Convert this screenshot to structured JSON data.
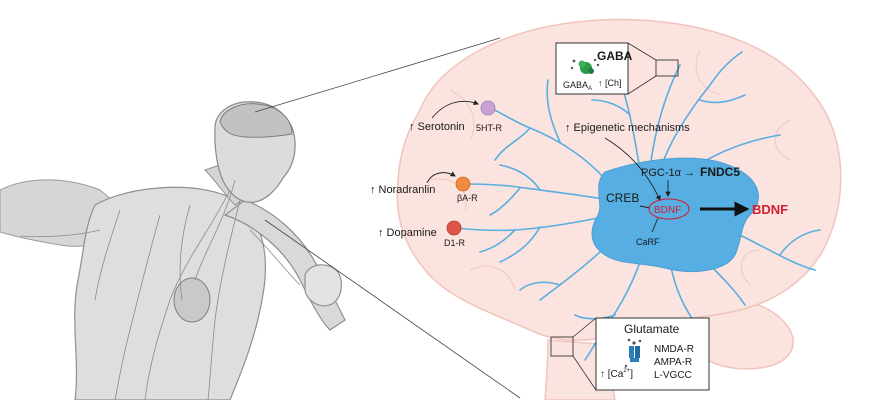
{
  "labels": {
    "serotonin": "↑ Serotonin",
    "serotonin_receptor": "5HT-R",
    "noradrenaline": "↑ Noradranlin",
    "noradrenaline_receptor": "βA-R",
    "dopamine": "↑ Dopamine",
    "dopamine_receptor": "D1-R",
    "epigenetic": "↑ Epigenetic mechanisms",
    "pgc": "PGC-1α →",
    "fndc5": "FNDC5",
    "creb": "CREB",
    "bdnf_inner": "BDNF",
    "carf": "CaRF",
    "bdnf_output": "BDNF"
  },
  "gaba_box": {
    "title": "GABA",
    "receptor": "GABA",
    "receptor_sub": "A",
    "chloride": "↑ [Ch]"
  },
  "glutamate_box": {
    "title": "Glutamate",
    "receptor_1": "NMDA-R",
    "receptor_2": "AMPA-R",
    "receptor_3": "L-VGCC",
    "calcium_pre": "↑ [Ca",
    "calcium_sup": "2+",
    "calcium_post": "]"
  },
  "colors": {
    "brain_fill": "#fbe3df",
    "brain_stroke": "#f2c4bd",
    "neuron": "#56aee2",
    "dendrite": "#5aaee0",
    "serotonin_dot": "#c9a3d4",
    "noradrenaline_dot": "#f08a3e",
    "dopamine_dot": "#e05548",
    "bdnf_red": "#d11f2e",
    "gaba_green": "#2e9b4a",
    "glutamate_blue": "#2c7fb8"
  }
}
